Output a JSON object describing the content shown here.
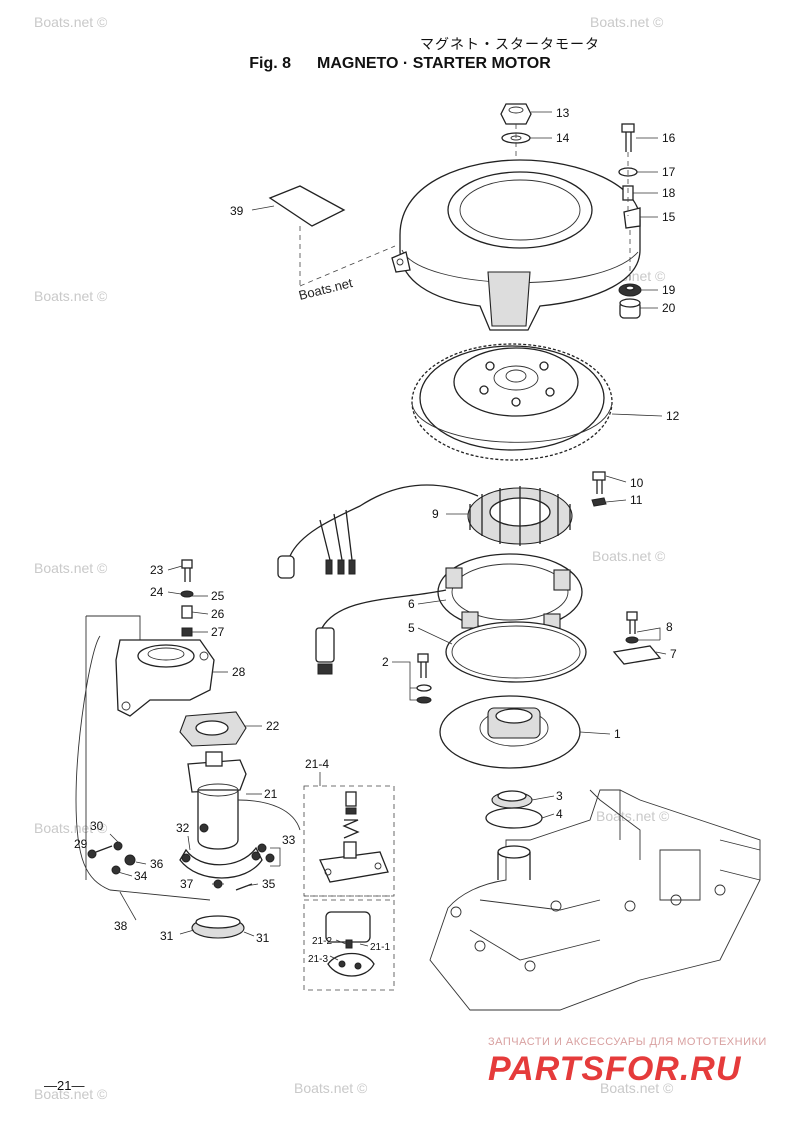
{
  "header": {
    "title_jp": "マグネト・スタータモータ",
    "fig_no": "Fig. 8",
    "title_en": "MAGNETO · STARTER MOTOR"
  },
  "callouts": [
    {
      "id": "c13",
      "text": "13"
    },
    {
      "id": "c14",
      "text": "14"
    },
    {
      "id": "c16",
      "text": "16"
    },
    {
      "id": "c17",
      "text": "17"
    },
    {
      "id": "c18",
      "text": "18"
    },
    {
      "id": "c15",
      "text": "15"
    },
    {
      "id": "c39",
      "text": "39"
    },
    {
      "id": "c19",
      "text": "19"
    },
    {
      "id": "c20",
      "text": "20"
    },
    {
      "id": "c12",
      "text": "12"
    },
    {
      "id": "c10",
      "text": "10"
    },
    {
      "id": "c11",
      "text": "11"
    },
    {
      "id": "c9",
      "text": "9"
    },
    {
      "id": "c23",
      "text": "23"
    },
    {
      "id": "c24",
      "text": "24"
    },
    {
      "id": "c25",
      "text": "25"
    },
    {
      "id": "c26",
      "text": "26"
    },
    {
      "id": "c27",
      "text": "27"
    },
    {
      "id": "c6",
      "text": "6"
    },
    {
      "id": "c8",
      "text": "8"
    },
    {
      "id": "c5",
      "text": "5"
    },
    {
      "id": "c7",
      "text": "7"
    },
    {
      "id": "c28",
      "text": "28"
    },
    {
      "id": "c2",
      "text": "2"
    },
    {
      "id": "c22",
      "text": "22"
    },
    {
      "id": "c1",
      "text": "1"
    },
    {
      "id": "c21-4",
      "text": "21-4"
    },
    {
      "id": "c21",
      "text": "21"
    },
    {
      "id": "c3",
      "text": "3"
    },
    {
      "id": "c4",
      "text": "4"
    },
    {
      "id": "c30",
      "text": "30"
    },
    {
      "id": "c32",
      "text": "32"
    },
    {
      "id": "c33",
      "text": "33"
    },
    {
      "id": "c29",
      "text": "29"
    },
    {
      "id": "c36",
      "text": "36"
    },
    {
      "id": "c34",
      "text": "34"
    },
    {
      "id": "c37",
      "text": "37"
    },
    {
      "id": "c35",
      "text": "35"
    },
    {
      "id": "c38",
      "text": "38"
    },
    {
      "id": "c31a",
      "text": "31"
    },
    {
      "id": "c31b",
      "text": "31"
    },
    {
      "id": "c21-2",
      "text": "21-2"
    },
    {
      "id": "c21-1",
      "text": "21-1"
    },
    {
      "id": "c21-3",
      "text": "21-3"
    }
  ],
  "watermarks": {
    "text": "Boats.net ©",
    "inline": "Boats.net"
  },
  "footer": {
    "page_number": "—21—",
    "brand_subtitle": "ЗАПЧАСТИ И АКСЕССУАРЫ ДЛЯ МОТОТЕХНИКИ",
    "brand": "PARTSFOR.RU"
  }
}
